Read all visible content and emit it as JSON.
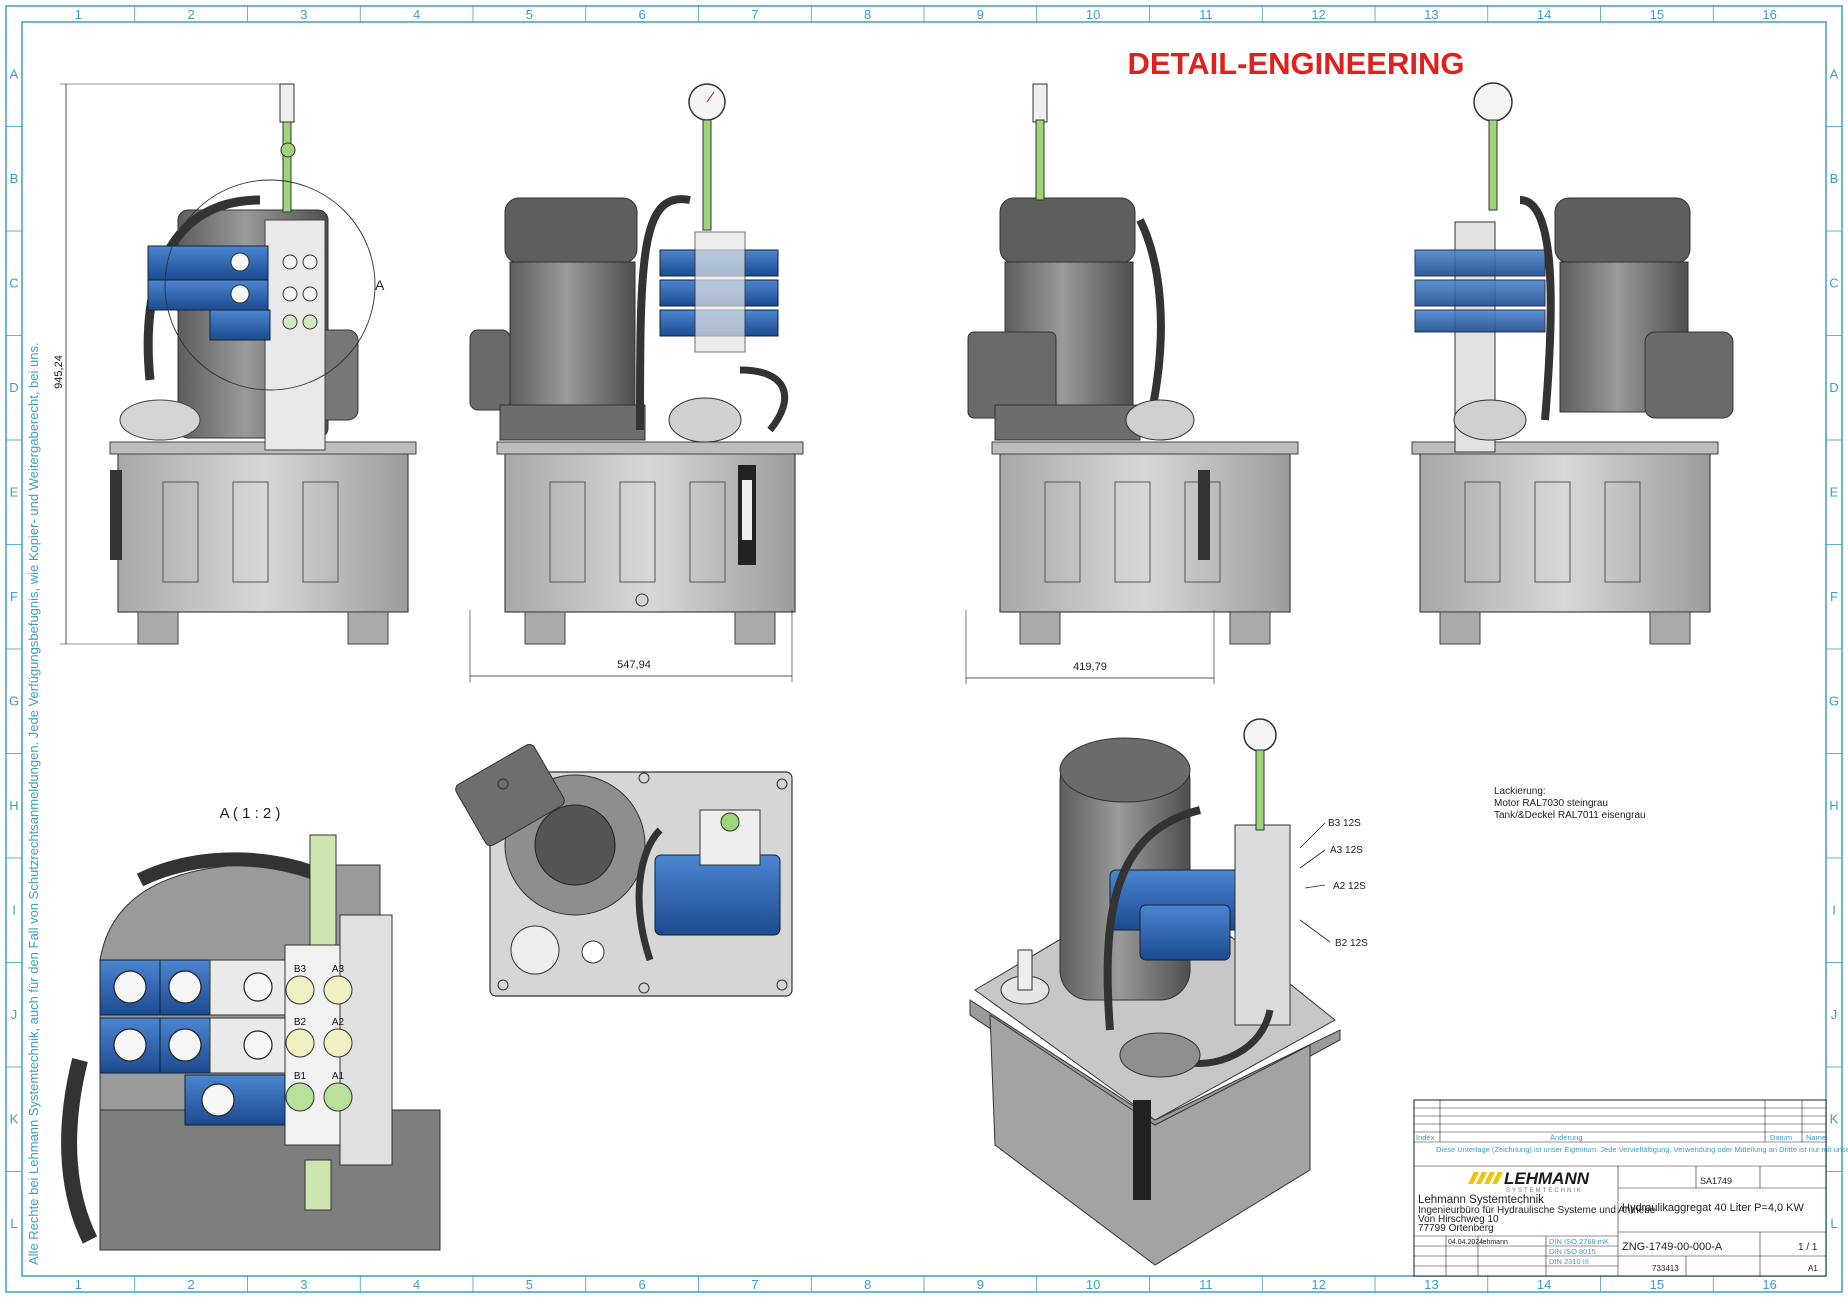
{
  "title": "DETAIL-ENGINEERING",
  "frame": {
    "columns": [
      "1",
      "2",
      "3",
      "4",
      "5",
      "6",
      "7",
      "8",
      "9",
      "10",
      "11",
      "12",
      "13",
      "14",
      "15",
      "16"
    ],
    "rows": [
      "A",
      "B",
      "C",
      "D",
      "E",
      "F",
      "G",
      "H",
      "I",
      "J",
      "K",
      "L"
    ],
    "copyright": "Alle Rechte bei Lehmann Systemtechnik, auch für den Fall von Schutzrechtsanmeldungen. Jede Verfügungsbefugnis, wie Kopier- und Weitergaberecht, bei uns."
  },
  "dimensions": {
    "height": "945,24",
    "width_front": "547,94",
    "width_side": "419,79"
  },
  "detail_label": "A",
  "detail_view_title": "A ( 1 : 2 )",
  "ports": {
    "detail": [
      "B3",
      "A3",
      "B2",
      "A2",
      "B1",
      "A1"
    ],
    "iso": [
      "B3 12S",
      "A3 12S",
      "A2 12S",
      "B2 12S"
    ]
  },
  "paint": {
    "heading": "Lackierung:",
    "motor": "Motor RAL7030 steingrau",
    "tank": "Tank/&Deckel RAL7011 eisengrau"
  },
  "title_block": {
    "logo": "LEHMANN",
    "logo_sub": "SYSTEMTECHNIK",
    "company": "Lehmann Systemtechnik",
    "company_line1": "Ingenieurbüro für Hydraulische Systeme und Antriebe",
    "company_line2": "Von Hirschweg 10",
    "company_line3": "77799 Ortenberg",
    "project_no": "SA1749",
    "designation": "Hydraulikaggregat 40 Liter P=4,0 KW",
    "drawing_no": "ZNG-1749-00-000-A",
    "sheet": "1 / 1",
    "format": "A1",
    "number": "733413",
    "date": "04.04.2024",
    "drawn_by": "lehmann",
    "standards": [
      "DIN ISO 2768 mK",
      "DIN ISO 8015",
      "DIN 2310 III"
    ],
    "col_index": "Index",
    "col_change": "Änderung",
    "col_date": "Datum",
    "col_name": "Name",
    "note": "Diese Unterlage (Zeichnung) ist unser Eigentum. Jede Vervielfältigung, Verwendung oder Mitteilung an Dritte ist nur mit unserer Genehmigung zulässig."
  },
  "colors": {
    "frame": "#3a9fc8",
    "title": "#e0201c",
    "valve_blue": "#2b62ad",
    "motor_grey": "#8a8a8a",
    "tank_grey": "#c9c9c9"
  }
}
